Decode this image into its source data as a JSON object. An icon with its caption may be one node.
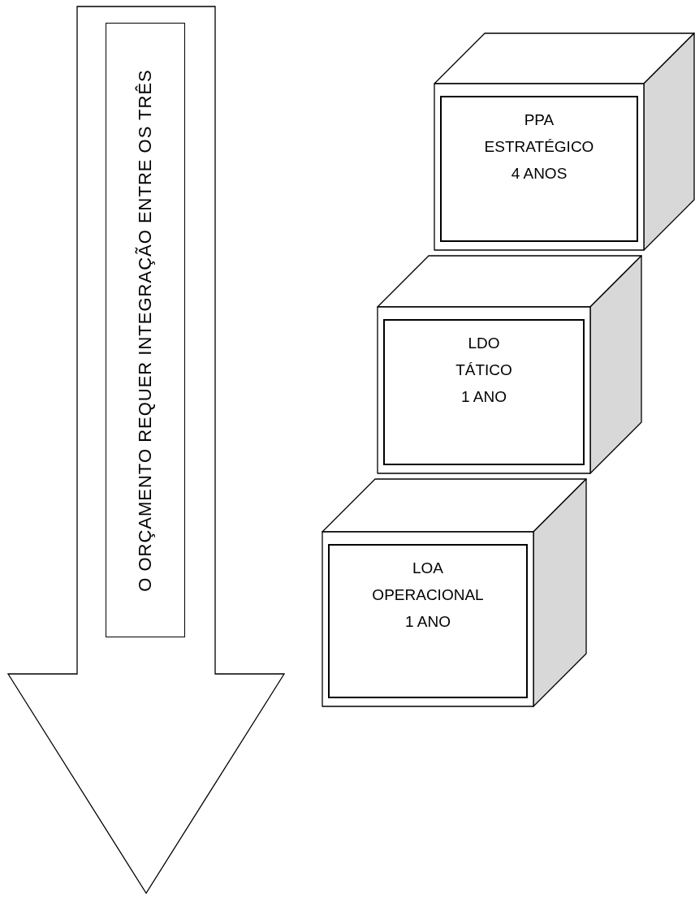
{
  "diagram": {
    "nodes": [
      {
        "text": [
          "O ORÇAMENTO REQUER INTEGRAÇÃO ENTRE OS TRÊS"
        ]
      },
      {
        "text": [
          "PPA",
          "ESTRATÉGICO",
          "4 ANOS"
        ]
      },
      {
        "text": [
          "LDO",
          "TÁTICO",
          "1 ANO"
        ]
      },
      {
        "text": [
          "LOA",
          "OPERACIONAL",
          "1 ANO"
        ]
      }
    ],
    "edges": []
  }
}
